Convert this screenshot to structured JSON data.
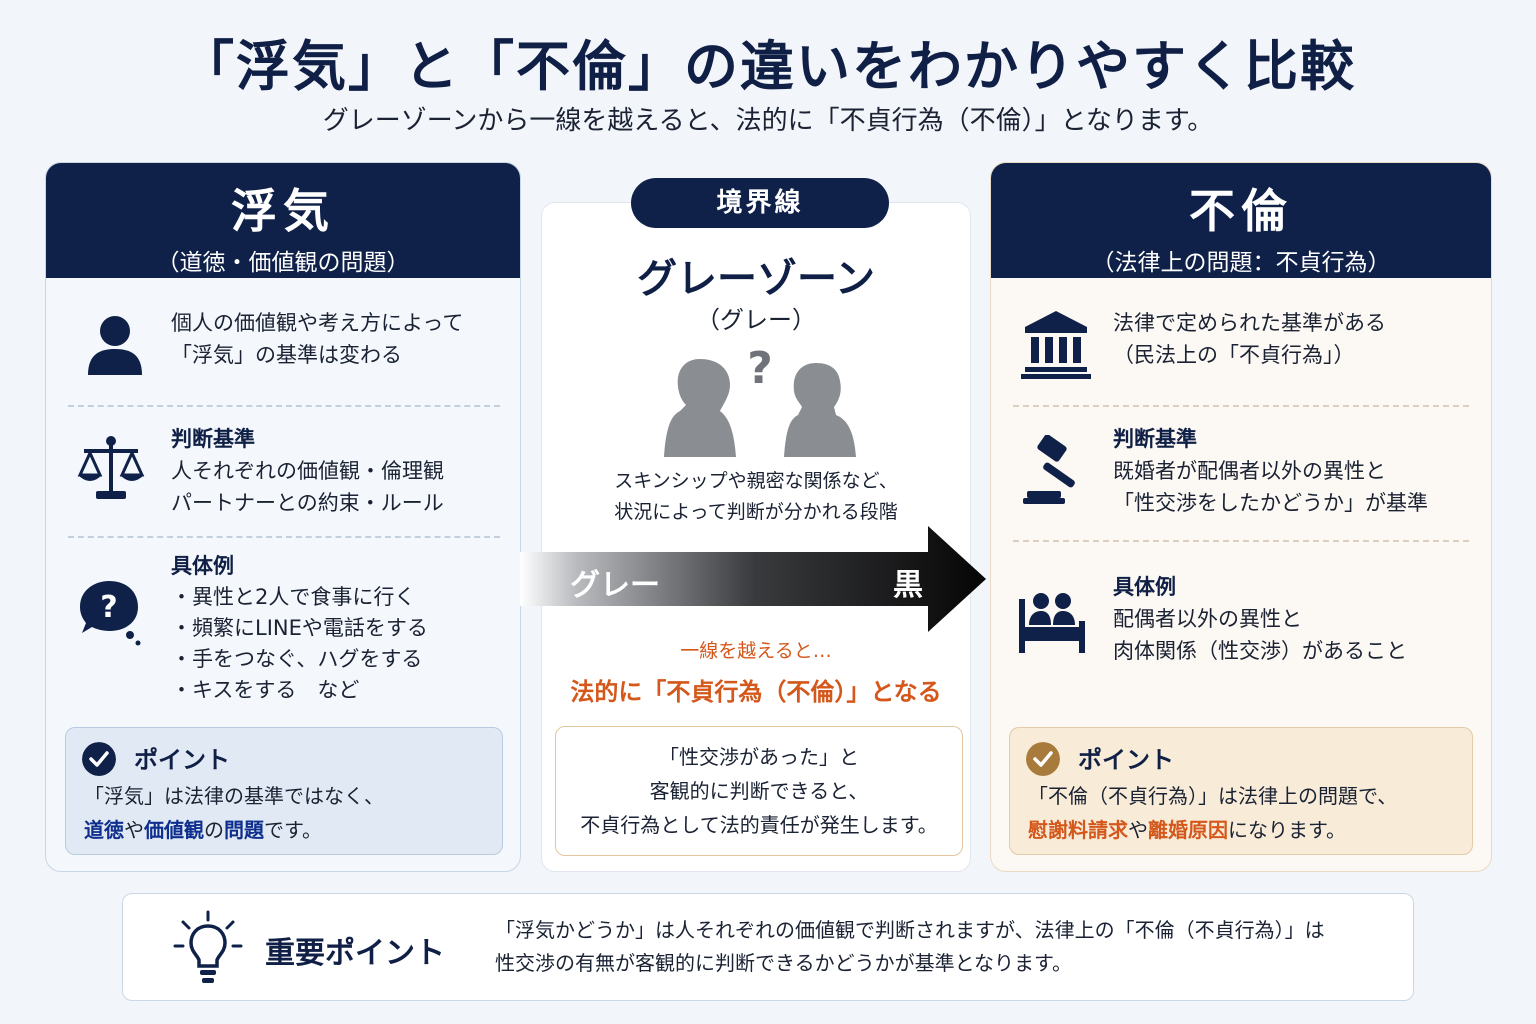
{
  "title": "「浮気」と「不倫」の違いをわかりやすく比較",
  "subtitle": "グレーゾーンから一線を越えると、法的に「不貞行為（不倫）」となります。",
  "left": {
    "heading": "浮気",
    "subheading": "（道徳・価値観の問題）",
    "row1": {
      "line1": "個人の価値観や考え方によって",
      "line2": "「浮気」の基準は変わる"
    },
    "row2": {
      "label": "判断基準",
      "line1": "人それぞれの価値観・倫理観",
      "line2": "パートナーとの約束・ルール"
    },
    "row3": {
      "label": "具体例",
      "items": [
        "・異性と2人で食事に行く",
        "・頻繁にLINEや電話をする",
        "・手をつなぐ、ハグをする",
        "・キスをする　など"
      ]
    },
    "point": {
      "title": "ポイント",
      "line1": "「浮気」は法律の基準ではなく、",
      "hl1": "道徳",
      "mid": "や",
      "hl2": "価値観",
      "mid2": "の",
      "hl3": "問題",
      "end": "です。"
    }
  },
  "center": {
    "pill": "境界線",
    "gray_zone": "グレーゾーン",
    "gray_sub": "（グレー）",
    "desc1": "スキンシップや親密な関係など、",
    "desc2": "状況によって判断が分かれる段階",
    "arrow_left": "グレー",
    "arrow_right": "黒",
    "cross1": "一線を越えると…",
    "cross2": "法的に「不貞行為（不倫）」となる",
    "box1": "「性交渉があった」と",
    "box2": "客観的に判断できると、",
    "box3": "不貞行為として法的責任が発生します。"
  },
  "right": {
    "heading": "不倫",
    "subheading": "（法律上の問題：不貞行為）",
    "row1": {
      "line1": "法律で定められた基準がある",
      "line2": "（民法上の「不貞行為」）"
    },
    "row2": {
      "label": "判断基準",
      "line1": "既婚者が配偶者以外の異性と",
      "line2": "「性交渉をしたかどうか」が基準"
    },
    "row3": {
      "label": "具体例",
      "line1": "配偶者以外の異性と",
      "line2": "肉体関係（性交渉）があること"
    },
    "point": {
      "title": "ポイント",
      "line1": "「不倫（不貞行為）」は法律上の問題で、",
      "hl1": "慰謝料請求",
      "mid": "や",
      "hl2": "離婚原因",
      "end": "になります。"
    }
  },
  "bottom": {
    "title": "重要ポイント",
    "line1": "「浮気かどうか」は人それぞれの価値観で判断されますが、法律上の「不倫（不貞行為）」は",
    "line2": "性交渉の有無が客観的に判断できるかどうかが基準となります。"
  },
  "colors": {
    "navy": "#0f2149",
    "orange": "#d4581b",
    "blue": "#0f2f8f",
    "gold": "#a87a3c"
  }
}
